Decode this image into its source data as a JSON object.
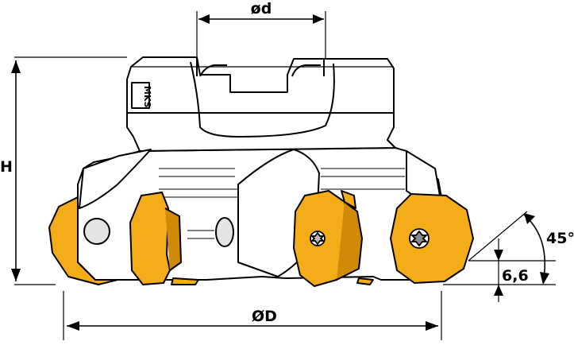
{
  "dimensions": {
    "bore_label": "ød",
    "height_label": "H",
    "outer_diameter_label": "ØD",
    "insert_height_label": "6,6",
    "angle_label": "45°"
  },
  "branding": {
    "body_mark": "MKS"
  },
  "colors": {
    "insert_fill": "#f4ad19",
    "insert_dark": "#d08a08",
    "body_fill": "#ffffff",
    "line": "#000000",
    "shade": "#e4e4e4"
  },
  "icons": {
    "screw": "torx-screw-icon",
    "arrow": "arrowhead"
  }
}
